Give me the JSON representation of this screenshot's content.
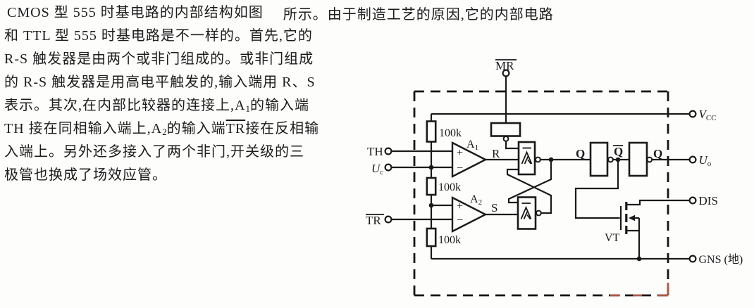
{
  "page": {
    "paper_color": "#fdfdfc",
    "ink_color": "#1a1a1a",
    "corner_artifact_color": "#b0584a"
  },
  "paragraph": {
    "line1_left": "CMOS 型 555 时基电路的内部结构如图",
    "line1_right": "所示。由于制造工艺的原因,它的内部电路",
    "line2": "和 TTL 型 555 时基电路是不一样的。首先,它的",
    "line3": "R-S 触发器是由两个或非门组成的。或非门组成",
    "line4": "的 R-S 触发器是用高电平触发的,输入端用 R、S",
    "line5": {
      "pre": "表示。其次,在内部比较器的连接上,A",
      "sub": "1",
      "post": "的输入端"
    },
    "line6": {
      "pre": "TH 接在同相输入端上,A",
      "sub": "2",
      "mid": "的输入端",
      "over": "TR",
      "post": "接在反相输"
    },
    "line7": "入端上。另外还多接入了两个非门,开关级的三",
    "line8": "极管也换成了场效应管。"
  },
  "circuit": {
    "terminals": {
      "mr": "MR",
      "th": "TH",
      "uc_base": "U",
      "uc_sub": "c",
      "tr": "TR",
      "vcc_base": "V",
      "vcc_sub": "CC",
      "uo_base": "U",
      "uo_sub": "o",
      "dis": "DIS",
      "gns": "GNS (地)"
    },
    "labels": {
      "a_base": "A",
      "a1_sub": "1",
      "a2_sub": "2",
      "r": "R",
      "s": "S",
      "q1": "Q",
      "qbar": "Q",
      "q2": "Q",
      "vt": "VT",
      "r100k": "100k",
      "plus": "+",
      "minus": "−"
    }
  }
}
